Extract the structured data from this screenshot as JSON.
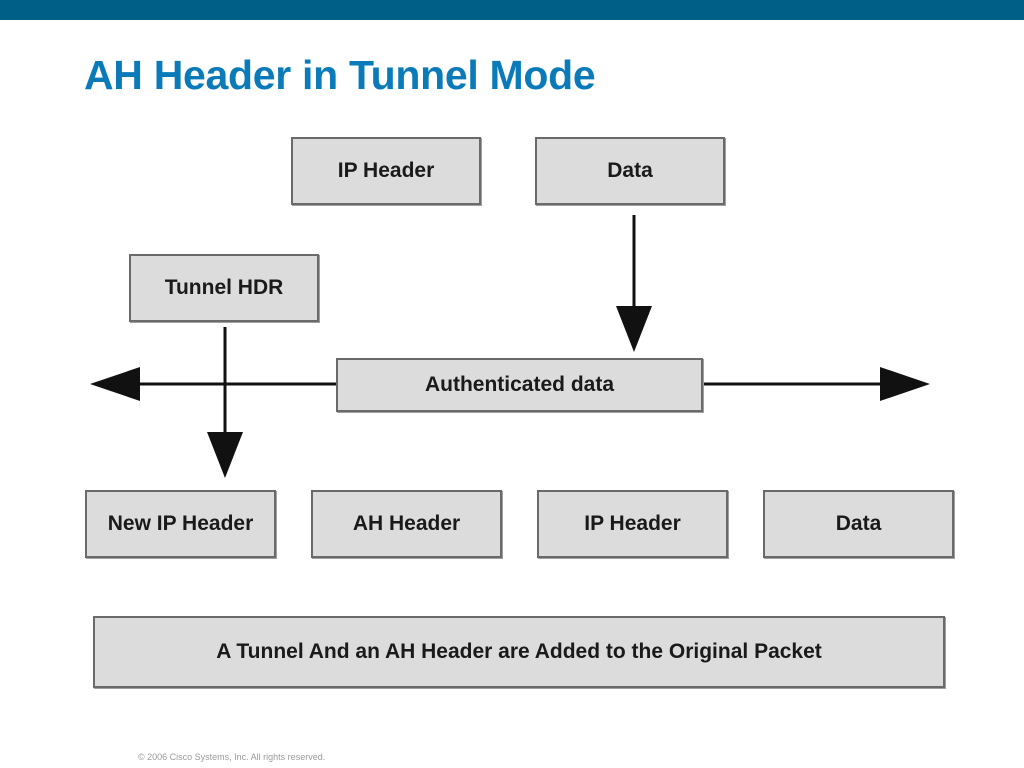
{
  "slide": {
    "title": "AH Header in Tunnel Mode",
    "accent_color": "#005f86",
    "title_color": "#0b7ab8"
  },
  "diagram": {
    "original_packet": {
      "ip_header": "IP Header",
      "data": "Data"
    },
    "tunnel_header": "Tunnel HDR",
    "authenticated_data": "Authenticated data",
    "new_packet": {
      "new_ip_header": "New IP Header",
      "ah_header": "AH Header",
      "ip_header": "IP Header",
      "data": "Data"
    },
    "caption": "A Tunnel And an AH Header are Added to the Original Packet"
  },
  "footer": {
    "copyright": "© 2006 Cisco Systems, Inc. All rights reserved."
  }
}
